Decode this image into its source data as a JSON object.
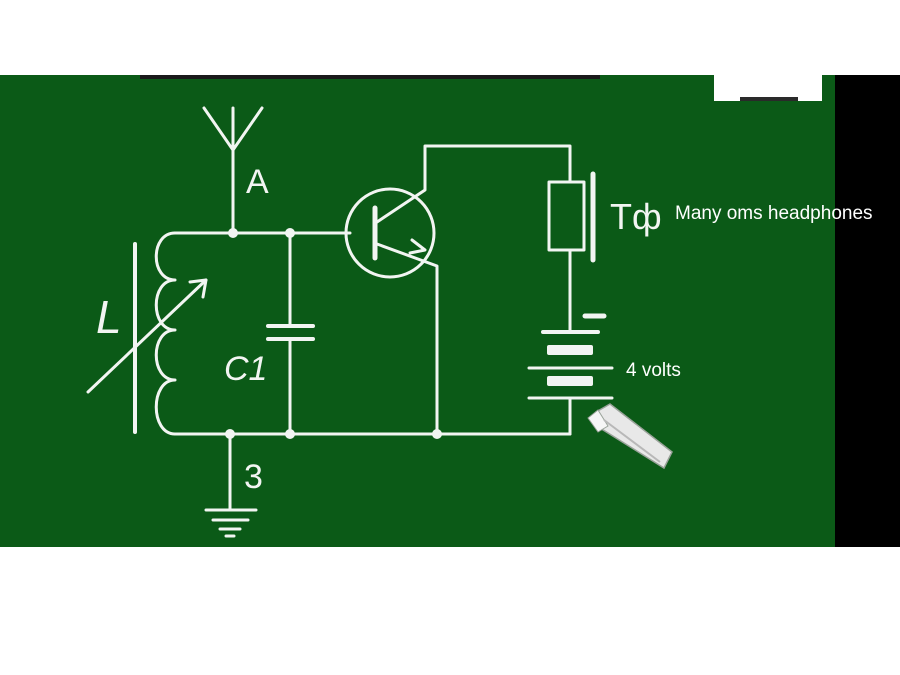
{
  "diagram": {
    "labels": {
      "antenna": "A",
      "inductor": "L",
      "capacitor": "C1",
      "ground": "3",
      "headphones": "Tф",
      "battery_minus": "–"
    },
    "notes": {
      "headphones_note": "Many oms headphones",
      "battery_note": "4 volts"
    }
  },
  "colors": {
    "board": "#0b5a17",
    "chalk": "#f2f5f2",
    "side_bar": "#000000"
  }
}
